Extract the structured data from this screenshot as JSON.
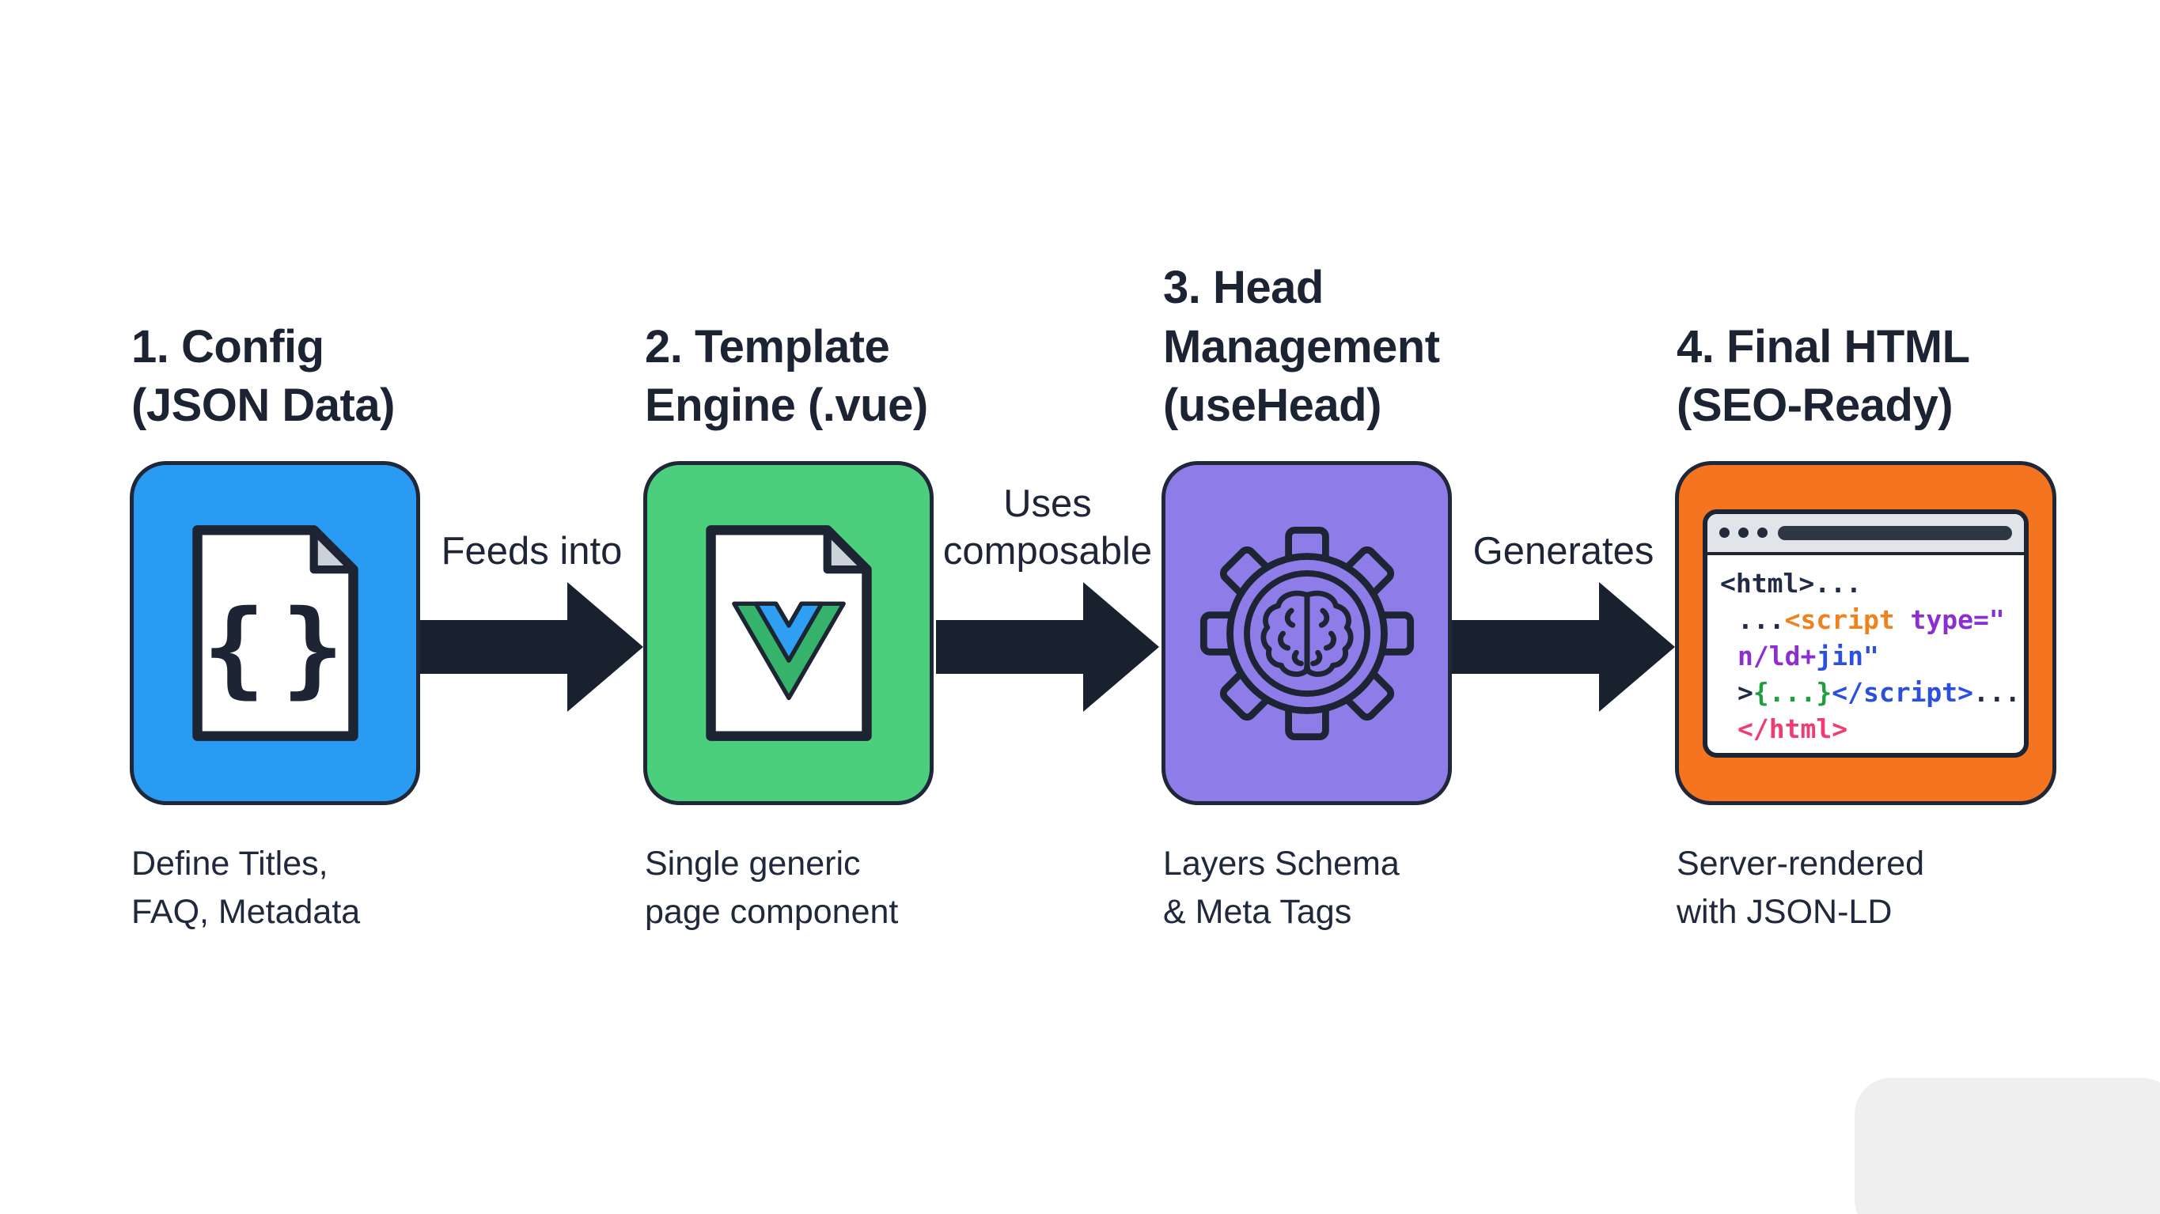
{
  "steps": [
    {
      "title_lines": [
        "1. Config",
        "(JSON Data)"
      ],
      "caption_lines": [
        "Define Titles,",
        "FAQ, Metadata"
      ],
      "color": "#2a9bf3",
      "glyph": "{}"
    },
    {
      "title_lines": [
        "2. Template",
        "Engine (.vue)"
      ],
      "caption_lines": [
        "Single generic",
        "page component"
      ],
      "color": "#4ccf7c"
    },
    {
      "title_lines": [
        "3. Head",
        "Management",
        "(useHead)"
      ],
      "caption_lines": [
        "Layers Schema",
        "& Meta Tags"
      ],
      "color": "#8e7ce9"
    },
    {
      "title_lines": [
        "4. Final HTML",
        "(SEO-Ready)"
      ],
      "caption_lines": [
        "Server-rendered",
        "with JSON-LD"
      ],
      "color": "#f4741f"
    }
  ],
  "arrows": [
    {
      "label_lines": [
        "Feeds into",
        ""
      ]
    },
    {
      "label_lines": [
        "Uses",
        "composable"
      ]
    },
    {
      "label_lines": [
        "Generates",
        ""
      ]
    }
  ],
  "code": {
    "l1": "<html>...",
    "l2a": "...",
    "l2b": "<script",
    "l2c": " type=\"",
    "l3a": "n/ld+",
    "l3b": "jin\"",
    "l4a": ">",
    "l4b": "{...}",
    "l4c": "</script>",
    "l4d": "...",
    "l5": "</html>"
  },
  "colors": {
    "code_navy": "#212b45",
    "code_orange": "#f0821e",
    "code_purple": "#8c2fd0",
    "code_blue": "#2b50e0",
    "code_green": "#1f9e3e",
    "code_pink": "#ef3d72",
    "vue_green": "#35b36b",
    "vue_blue": "#2e9ff2",
    "arrow": "#19212f",
    "outline": "#1d2433"
  }
}
